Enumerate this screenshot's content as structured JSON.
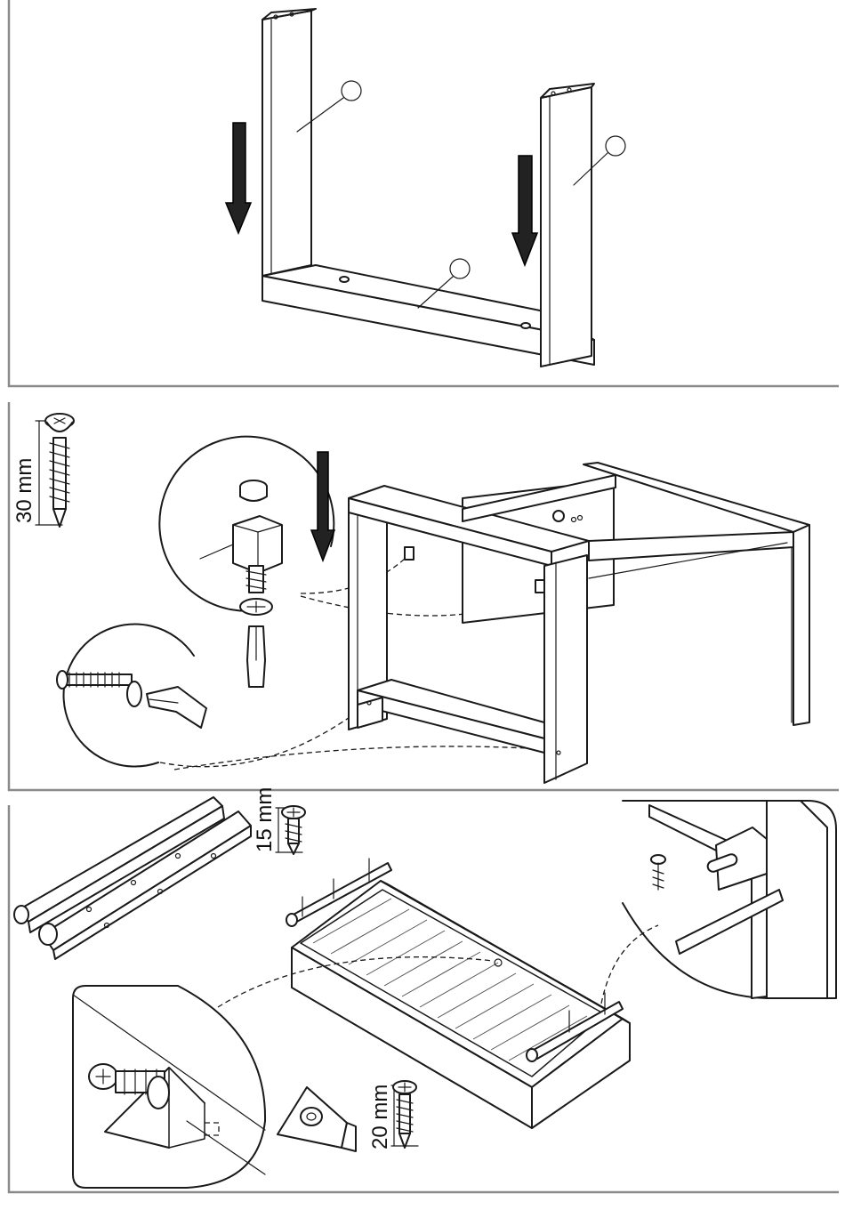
{
  "panels": [
    {
      "id": "step-1-frame",
      "callouts": 3
    },
    {
      "id": "step-2-cabinet",
      "screw_length": "30 mm"
    },
    {
      "id": "step-3-drawer",
      "screw_lengths": [
        "15 mm",
        "20 mm"
      ]
    }
  ],
  "labels": {
    "screw_30": "30 mm",
    "screw_15": "15 mm",
    "screw_20": "20 mm"
  },
  "colors": {
    "ink": "#1a1a1a",
    "frame": "#8a8a8a",
    "arrow": "#222222"
  }
}
